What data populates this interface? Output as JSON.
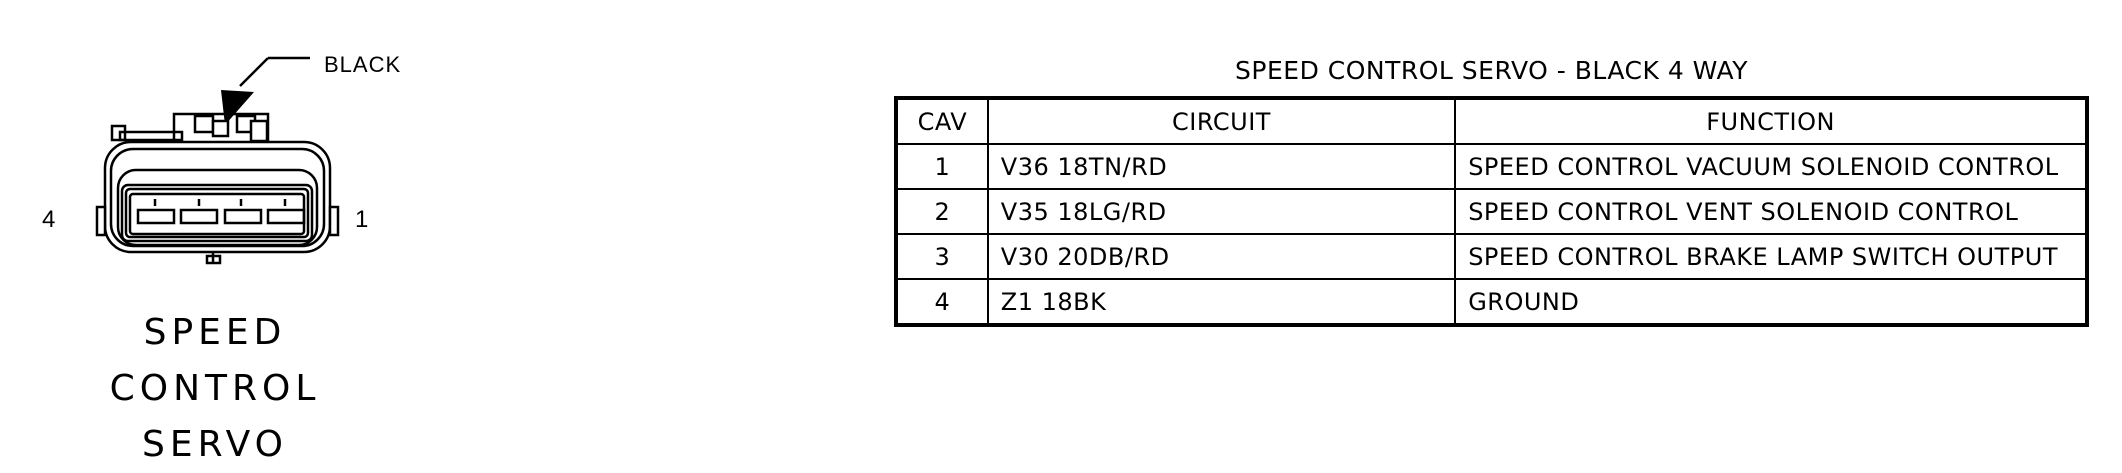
{
  "connector": {
    "color_callout": "BLACK",
    "pin_left": "4",
    "pin_right": "1",
    "caption_lines": [
      "SPEED",
      "CONTROL",
      "SERVO"
    ]
  },
  "table": {
    "title": "SPEED CONTROL SERVO - BLACK 4 WAY",
    "headers": {
      "cav": "CAV",
      "circuit": "CIRCUIT",
      "function": "FUNCTION"
    },
    "rows": [
      {
        "cav": "1",
        "circuit": "V36  18TN/RD",
        "function": "SPEED  CONTROL  VACUUM  SOLENOID  CONTROL"
      },
      {
        "cav": "2",
        "circuit": "V35  18LG/RD",
        "function": "SPEED  CONTROL  VENT  SOLENOID  CONTROL"
      },
      {
        "cav": "3",
        "circuit": "V30  20DB/RD",
        "function": "SPEED  CONTROL  BRAKE  LAMP  SWITCH  OUTPUT"
      },
      {
        "cav": "4",
        "circuit": "Z1  18BK",
        "function": "GROUND"
      }
    ]
  }
}
